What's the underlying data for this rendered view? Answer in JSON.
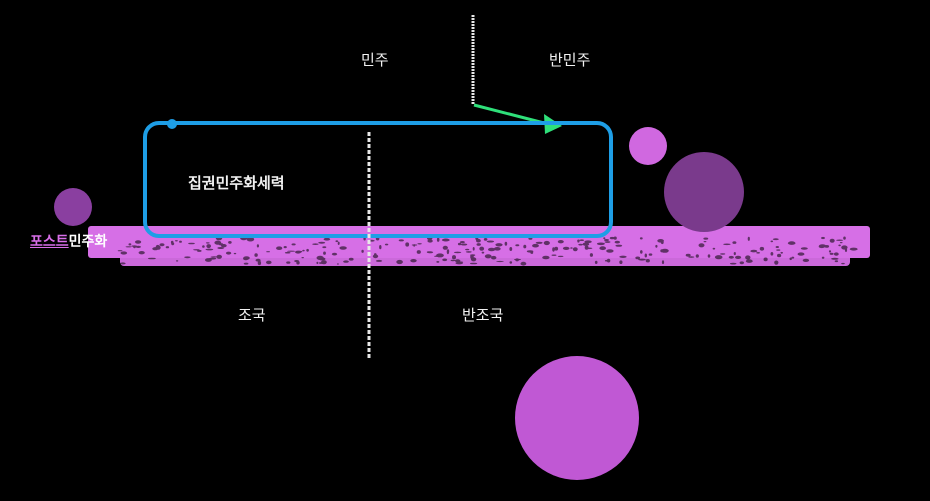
{
  "labels": {
    "top_left": "민주",
    "top_right": "반민주",
    "box": "집권민주화세력",
    "bottom_left": "조국",
    "bottom_right": "반조국",
    "post_prefix": "포스트",
    "post_suffix": "민주화"
  },
  "colors": {
    "background": "#000000",
    "box_border": "#1e9ee6",
    "band": "#d66fe6",
    "arrow": "#2fe07a",
    "divider": "#e8e8e8",
    "circle_small_left": "#8a3fa0",
    "circle_small_right": "#d068e0",
    "circle_medium_right": "#7a3a8c",
    "circle_large_bottom": "#c058d4",
    "post_prefix_color": "#d86ee8"
  }
}
